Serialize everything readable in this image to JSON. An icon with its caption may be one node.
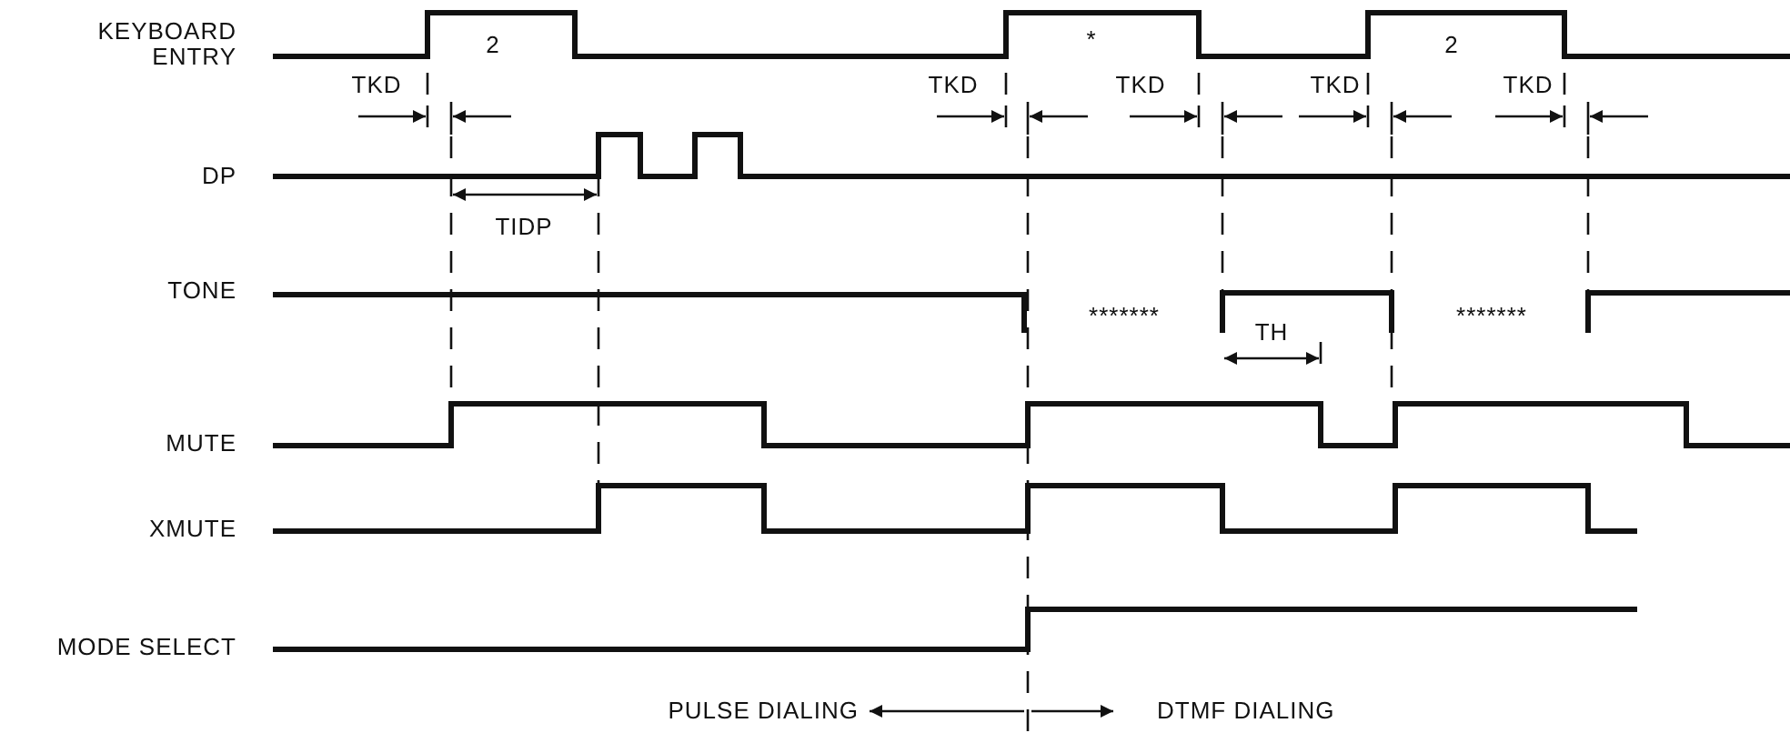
{
  "diagram": {
    "labels": [
      "KEYBOARD ENTRY",
      "2",
      "*",
      "2",
      "TKD",
      "TKD",
      "TKD",
      "TKD",
      "TKD",
      "DP",
      "TIDP",
      "TONE",
      "*******",
      "TH",
      "*******",
      "MUTE",
      "XMUTE",
      "MODE SELECT",
      "PULSE DIALING",
      "DTMF DIALING"
    ]
  }
}
